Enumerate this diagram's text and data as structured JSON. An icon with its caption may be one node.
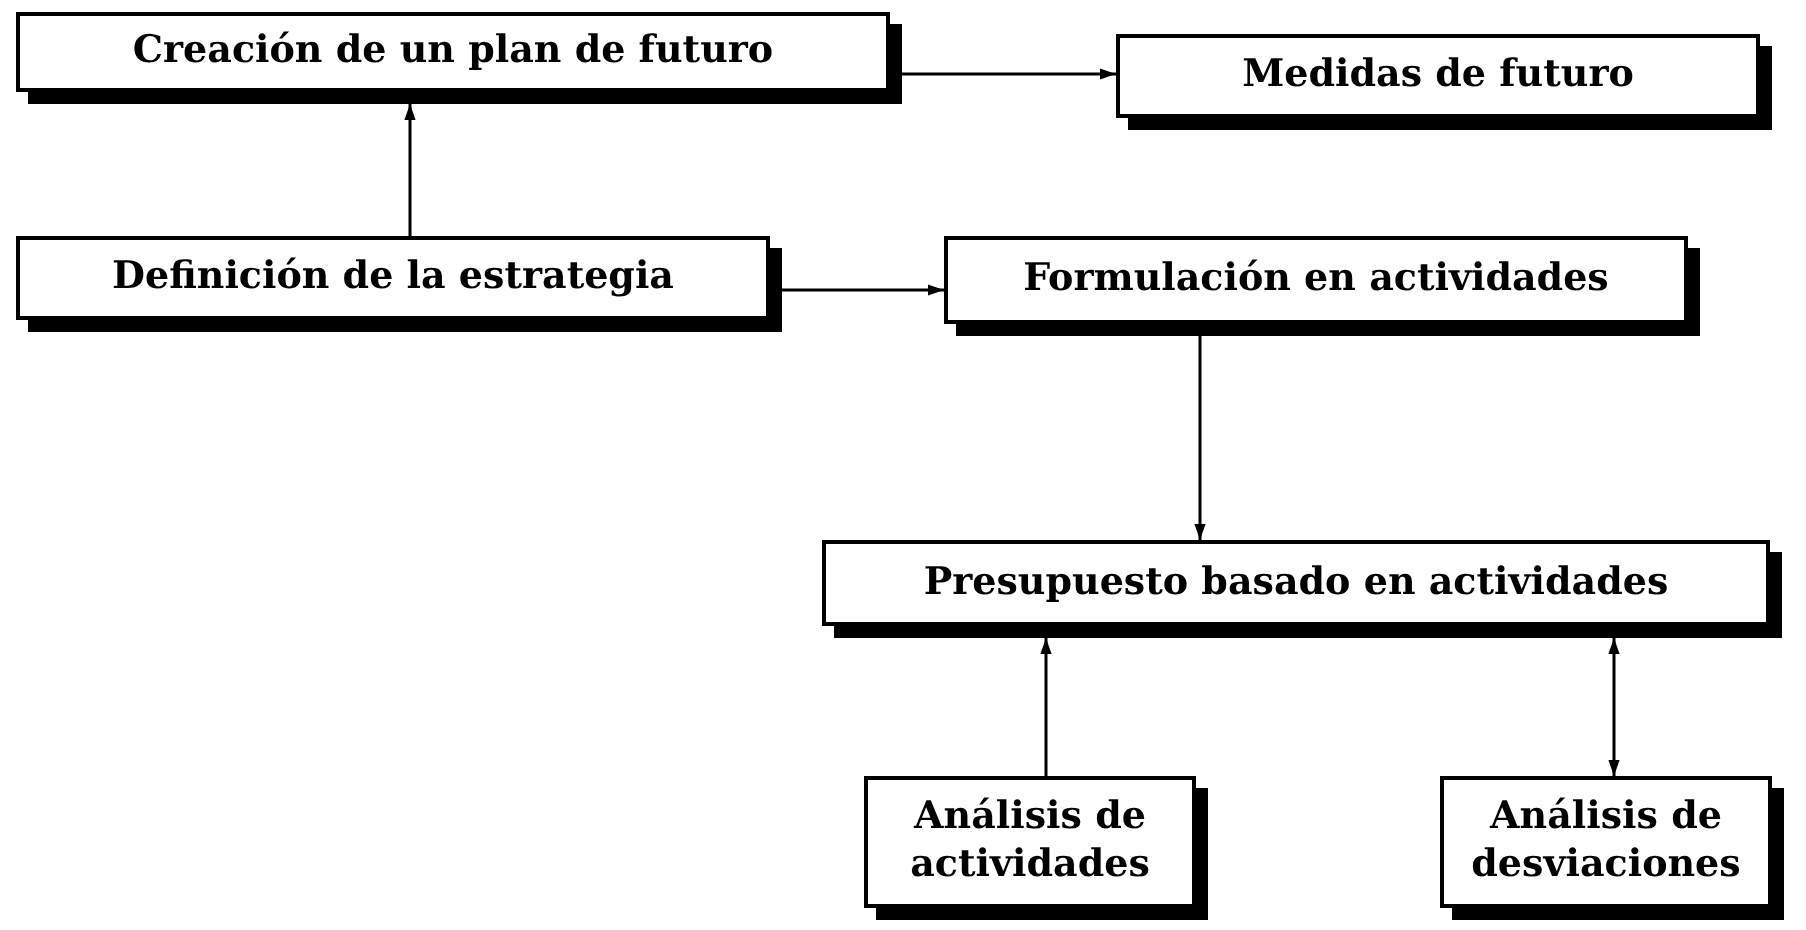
{
  "diagram": {
    "nodes": [
      {
        "text": [
          "Creación de un plan de futuro"
        ]
      },
      {
        "text": [
          "Medidas de futuro"
        ]
      },
      {
        "text": [
          "Definición de la estrategia"
        ]
      },
      {
        "text": [
          "Formulación en actividades"
        ]
      },
      {
        "text": [
          "Presupuesto basado en actividades"
        ]
      },
      {
        "text": [
          "Análisis de actividades"
        ]
      },
      {
        "text": [
          "Análisis de desviaciones"
        ]
      }
    ],
    "edges": [
      {
        "from": 2,
        "to": 0,
        "arrow": "to"
      },
      {
        "from": 0,
        "to": 1,
        "arrow": "to"
      },
      {
        "from": 2,
        "to": 3,
        "arrow": "to"
      },
      {
        "from": 3,
        "to": 4,
        "arrow": "to"
      },
      {
        "from": 5,
        "to": 4,
        "arrow": "to"
      },
      {
        "from": 6,
        "to": 4,
        "arrow": "both"
      }
    ]
  }
}
